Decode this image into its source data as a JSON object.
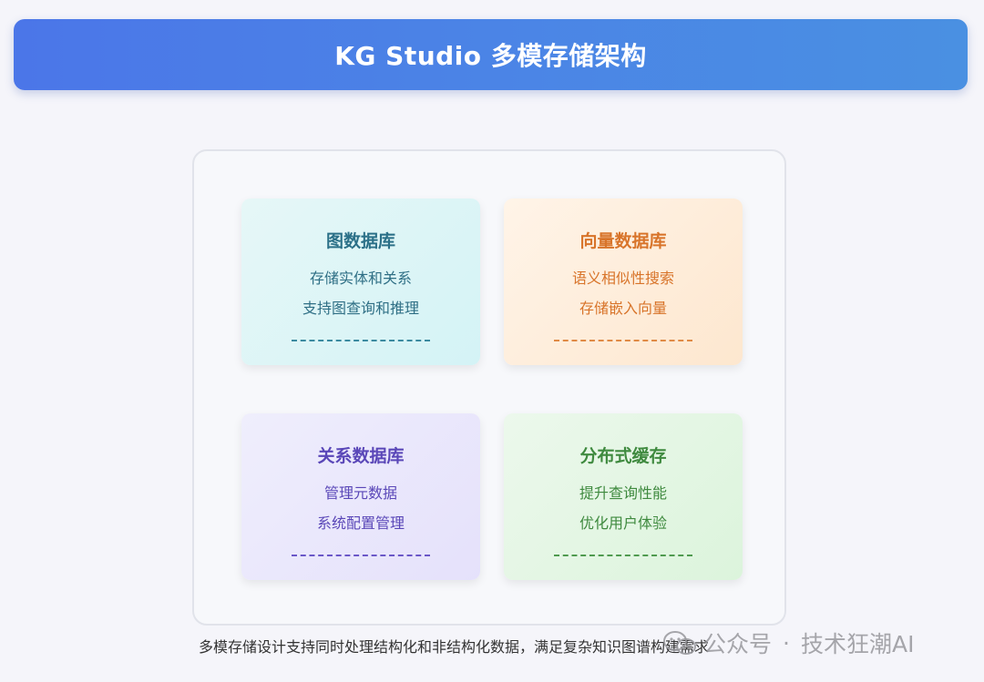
{
  "header": {
    "title": "KG Studio 多模存储架构"
  },
  "cards": [
    {
      "title": "图数据库",
      "lines": [
        "存储实体和关系",
        "支持图查询和推理"
      ],
      "color": "#2b7088"
    },
    {
      "title": "向量数据库",
      "lines": [
        "语义相似性搜索",
        "存储嵌入向量"
      ],
      "color": "#d8742a"
    },
    {
      "title": "关系数据库",
      "lines": [
        "管理元数据",
        "系统配置管理"
      ],
      "color": "#5a47b8"
    },
    {
      "title": "分布式缓存",
      "lines": [
        "提升查询性能",
        "优化用户体验"
      ],
      "color": "#3f8a3f"
    }
  ],
  "footer": {
    "text": "多模存储设计支持同时处理结构化和非结构化数据，满足复杂知识图谱构建需求"
  },
  "watermark": {
    "source": "公众号",
    "separator": "·",
    "name": "技术狂潮AI",
    "icon": "wechat-icon"
  }
}
